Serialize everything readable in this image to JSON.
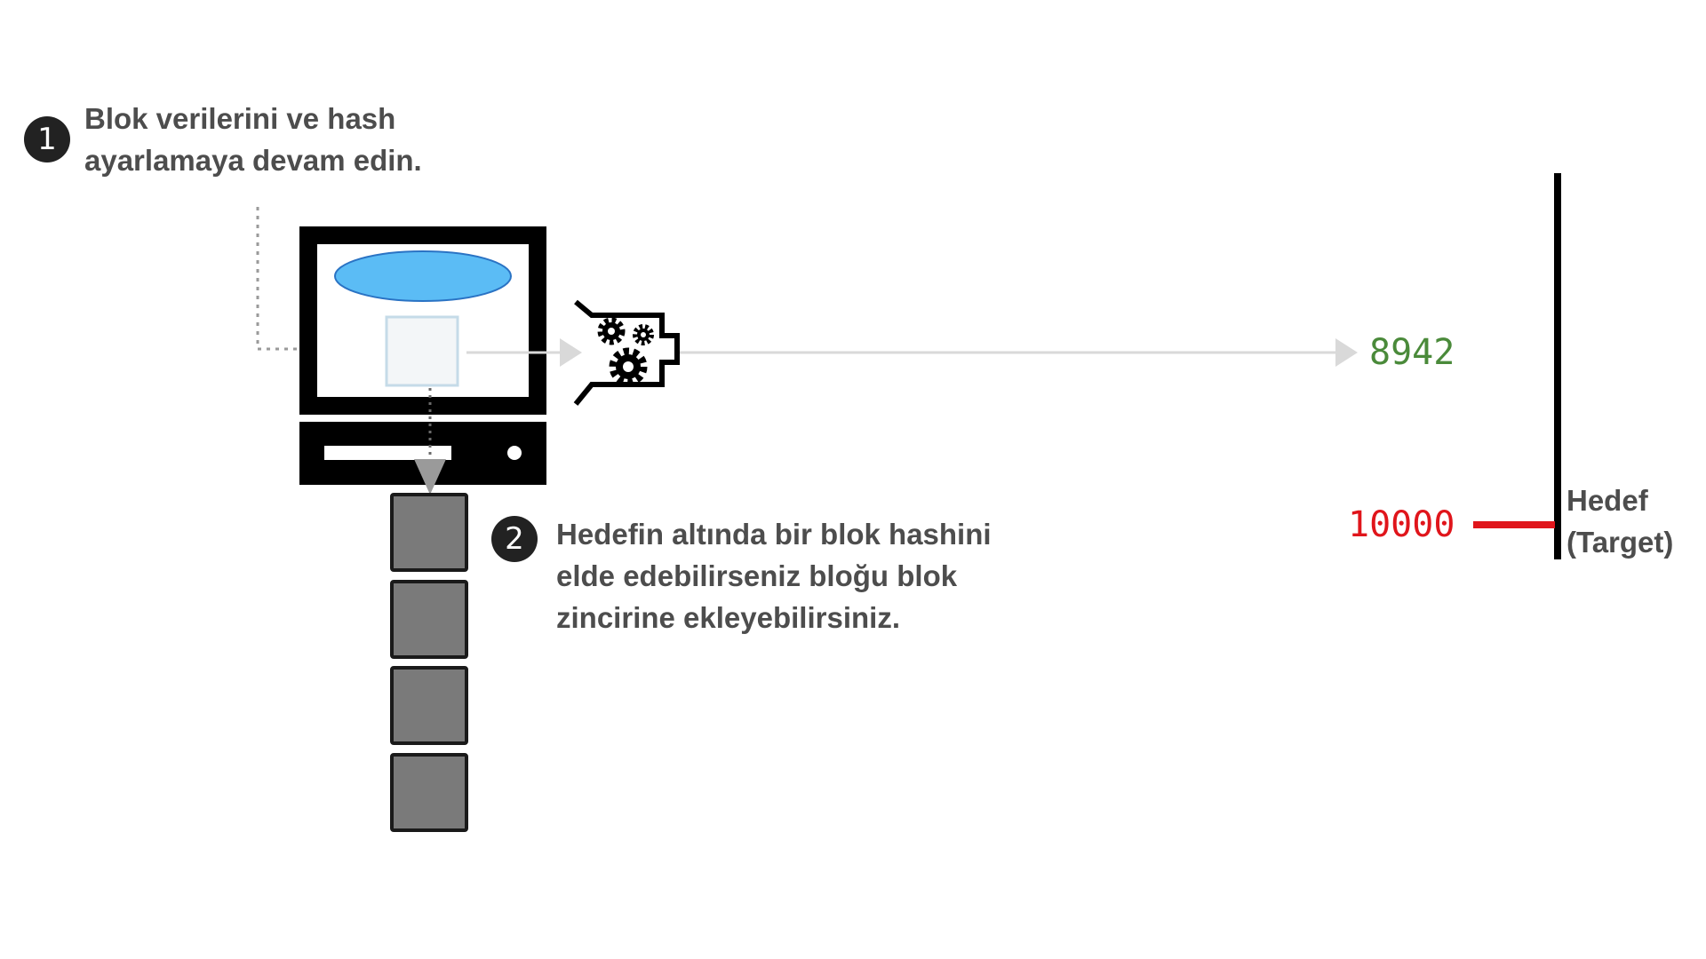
{
  "step1": {
    "badge": "1",
    "lines": [
      "Blok verilerini ve hash",
      "ayarlamaya devam edin."
    ]
  },
  "step2": {
    "badge": "2",
    "lines": [
      "Hedefin altında bir blok hashini",
      "elde edebilirseniz bloğu blok",
      "zincirine ekleyebilirsiniz."
    ]
  },
  "hash_value": {
    "text": "8942",
    "color": "#4a8a3a"
  },
  "target_value": {
    "text": "10000",
    "color": "#e0151b"
  },
  "target_label": {
    "lines": [
      "Hedef",
      "(Target)"
    ]
  },
  "icons": {
    "computer": "computer-icon",
    "hash_function": "gears-icon",
    "chain": "block-chain-icon"
  },
  "colors": {
    "block_header": "#5bbcf5",
    "chain_block": "#7a7a7a",
    "target_line": "#e0151b",
    "arrow_gray": "#a8a8a8",
    "arrow_light": "#d9d9d9"
  }
}
